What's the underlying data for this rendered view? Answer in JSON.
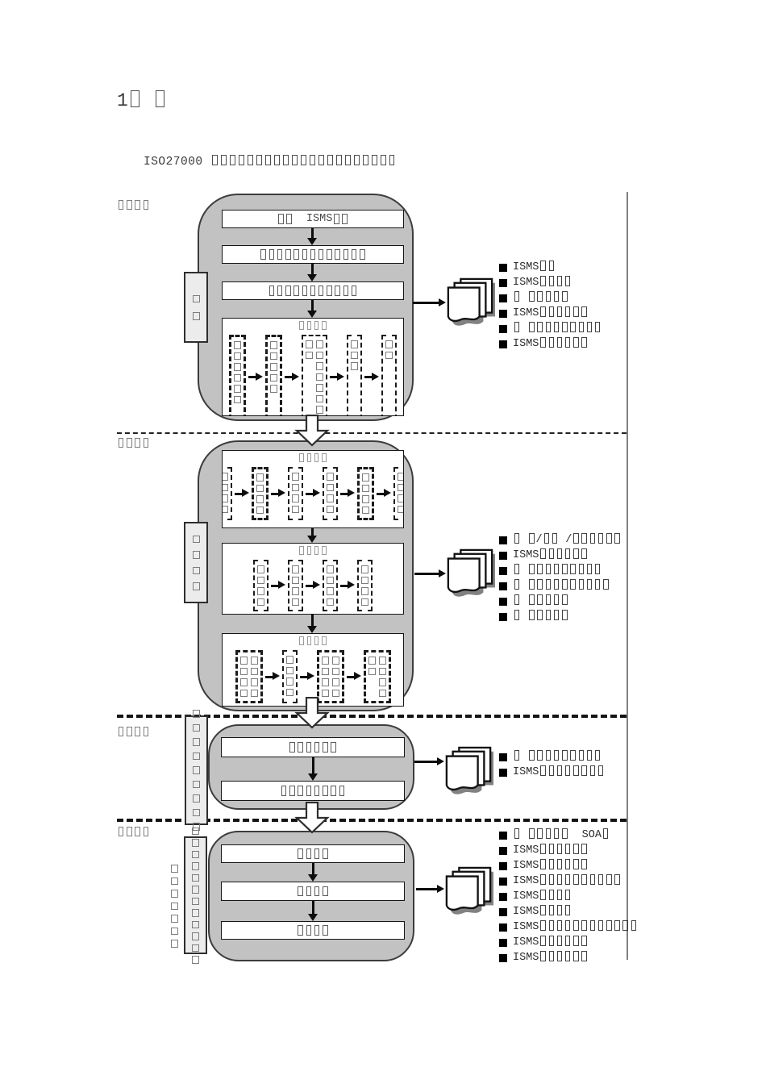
{
  "doc": {
    "heading": "1□ □",
    "intro": "ISO27000 □□□□□□□□□□□□□□□□□□□□□",
    "bullet": "■"
  },
  "phase1": {
    "label": "□□□□",
    "sidebar_glyphs": 2,
    "step1": "□□  ISMS□□",
    "step2": "□□□□□□□□□□□□□",
    "step3": "□□□□□□□□□□□",
    "flow": {
      "title": "□□□□",
      "boxes": [
        {
          "cols": [
            6
          ],
          "bold": true
        },
        {
          "cols": [
            5
          ],
          "bold": true
        },
        {
          "cols": [
            2,
            7
          ],
          "bold": false
        },
        {
          "cols": [
            3
          ],
          "bold": false
        },
        {
          "cols": [
            2
          ],
          "bold": false
        }
      ]
    },
    "outputs": [
      "ISMS□□",
      "ISMS□□□□",
      "□ □□□□□",
      "ISMS□□□□□□",
      "□ □□□□□□□□□",
      "ISMS□□□□□□"
    ]
  },
  "phase2": {
    "label": "□□□□",
    "sidebar_glyphs": 4,
    "flow1": {
      "title": "□□□□",
      "boxes": [
        {
          "cols": [
            4
          ],
          "bold": false
        },
        {
          "cols": [
            4
          ],
          "bold": true
        },
        {
          "cols": [
            4
          ],
          "bold": false
        },
        {
          "cols": [
            4
          ],
          "bold": false
        },
        {
          "cols": [
            4
          ],
          "bold": true
        },
        {
          "cols": [
            4
          ],
          "bold": false
        }
      ]
    },
    "flow2": {
      "title": "□□□□",
      "boxes": [
        {
          "cols": [
            4
          ],
          "bold": false
        },
        {
          "cols": [
            4
          ],
          "bold": false
        },
        {
          "cols": [
            4
          ],
          "bold": false
        },
        {
          "cols": [
            4
          ],
          "bold": false
        }
      ]
    },
    "flow3": {
      "title": "□□□□",
      "boxes": [
        {
          "cols": [
            4,
            4
          ],
          "bold": true
        },
        {
          "cols": [
            4
          ],
          "bold": false
        },
        {
          "cols": [
            4,
            4
          ],
          "bold": true
        },
        {
          "cols": [
            2,
            4
          ],
          "bold": true
        }
      ]
    },
    "outputs": [
      "□ □/□□ /□□□□□□",
      "ISMS□□□□□□",
      "□ □□□□□□□□□",
      "□ □□□□□□□□□□",
      "□ □□□□□",
      "□ □□□□□"
    ]
  },
  "phase3": {
    "label": "□□□□",
    "sidebar_glyphs": 9,
    "step1": "□□□□□□",
    "step2": "□□□□□□□□",
    "outputs": [
      "□ □□□□□□□□□",
      "ISMS□□□□□□□□"
    ]
  },
  "phase4": {
    "label": "□□□□",
    "sidebar_glyphs": 12,
    "side_note_glyphs": 7,
    "step1": "□□□□",
    "step2": "□□□□",
    "step3": "□□□□",
    "outputs": [
      "□ □□□□□  SOA□",
      "ISMS□□□□□□",
      "ISMS□□□□□□",
      "ISMS□□□□□□□□□□",
      "ISMS□□□□",
      "ISMS□□□□",
      "ISMS□□□□□□□□□□□□",
      "ISMS□□□□□□",
      "ISMS□□□□□□"
    ]
  }
}
